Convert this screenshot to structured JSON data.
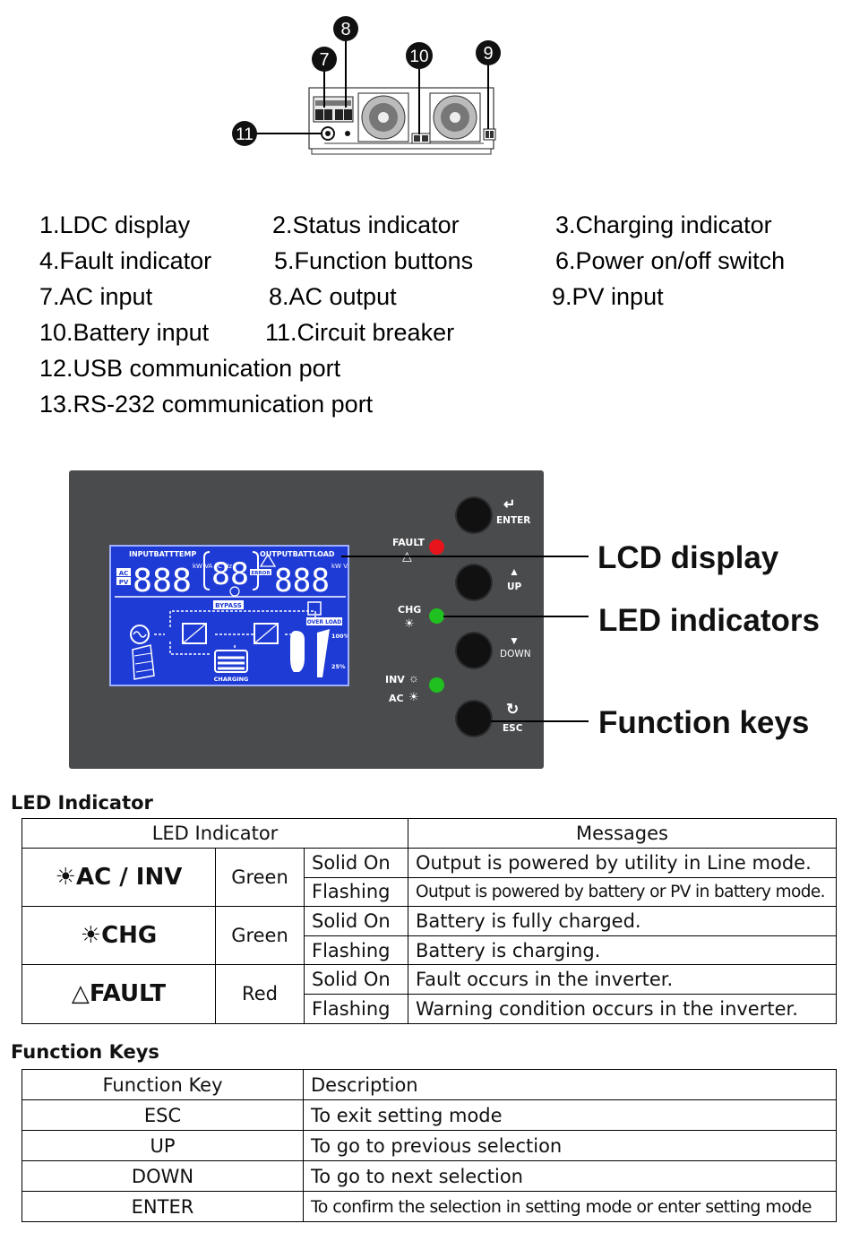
{
  "callout_numbers": [
    "7",
    "8",
    "10",
    "9",
    "11"
  ],
  "parts_list": [
    "1.LDC display",
    "2.Status indicator",
    "3.Charging indicator",
    "4.Fault indicator",
    "5.Function buttons",
    "6.Power on/off switch",
    "7.AC input",
    "8.AC output",
    "9.PV input",
    "10.Battery input",
    "11.Circuit breaker",
    "12.USB communication port",
    "13.RS-232 communication port"
  ],
  "panel": {
    "lcd": {
      "input_label": "INPUTBATTTEMP",
      "output_label": "OUTPUTBATTLOAD",
      "ac_label": "AC",
      "pv_label": "PV",
      "left_digits": "888",
      "center_digits": "88",
      "right_digits": "888",
      "units_left": "kW VA °C Hz",
      "units_right": "kW VA % Hz",
      "error_label": "ERROR",
      "bypass_label": "BYPASS",
      "overload_label": "OVER LOAD",
      "charging_label": "CHARGING",
      "pct_100": "100%",
      "pct_25": "25%"
    },
    "leds": {
      "fault_label": "FAULT",
      "chg_label": "CHG",
      "inv_label": "INV",
      "ac_label": "AC",
      "fault_color": "#e8141b",
      "chg_color": "#20c020",
      "inv_color": "#20c020"
    },
    "keys": {
      "enter": "ENTER",
      "up": "UP",
      "down": "DOWN",
      "esc": "ESC"
    },
    "callouts": {
      "lcd": "LCD display",
      "led": "LED indicators",
      "keys": "Function keys"
    }
  },
  "led_section": {
    "title": "LED Indicator",
    "headers": [
      "LED Indicator",
      "Messages"
    ],
    "rows": [
      {
        "indicator": "AC / INV",
        "indicator_icons": [
          "sun-icon",
          "half-sun-icon"
        ],
        "color": "Green",
        "states": [
          {
            "state": "Solid On",
            "message": "Output is powered by utility in Line mode."
          },
          {
            "state": "Flashing",
            "message": "Output is powered by battery or PV in battery mode."
          }
        ]
      },
      {
        "indicator": "CHG",
        "indicator_icons": [
          "sun-icon"
        ],
        "color": "Green",
        "states": [
          {
            "state": "Solid On",
            "message": "Battery is fully charged."
          },
          {
            "state": "Flashing",
            "message": "Battery is charging."
          }
        ]
      },
      {
        "indicator": "FAULT",
        "indicator_icons": [
          "warning-triangle-icon"
        ],
        "color": "Red",
        "states": [
          {
            "state": "Solid On",
            "message": "Fault occurs in the inverter."
          },
          {
            "state": "Flashing",
            "message": "Warning condition occurs in the inverter."
          }
        ]
      }
    ]
  },
  "function_section": {
    "title": "Function Keys",
    "headers": [
      "Function Key",
      "Description"
    ],
    "rows": [
      {
        "key": "ESC",
        "description": "To exit setting mode"
      },
      {
        "key": "UP",
        "description": "To go to previous selection"
      },
      {
        "key": "DOWN",
        "description": "To go to next selection"
      },
      {
        "key": "ENTER",
        "description": "To confirm the selection in setting mode or enter setting mode"
      }
    ]
  }
}
